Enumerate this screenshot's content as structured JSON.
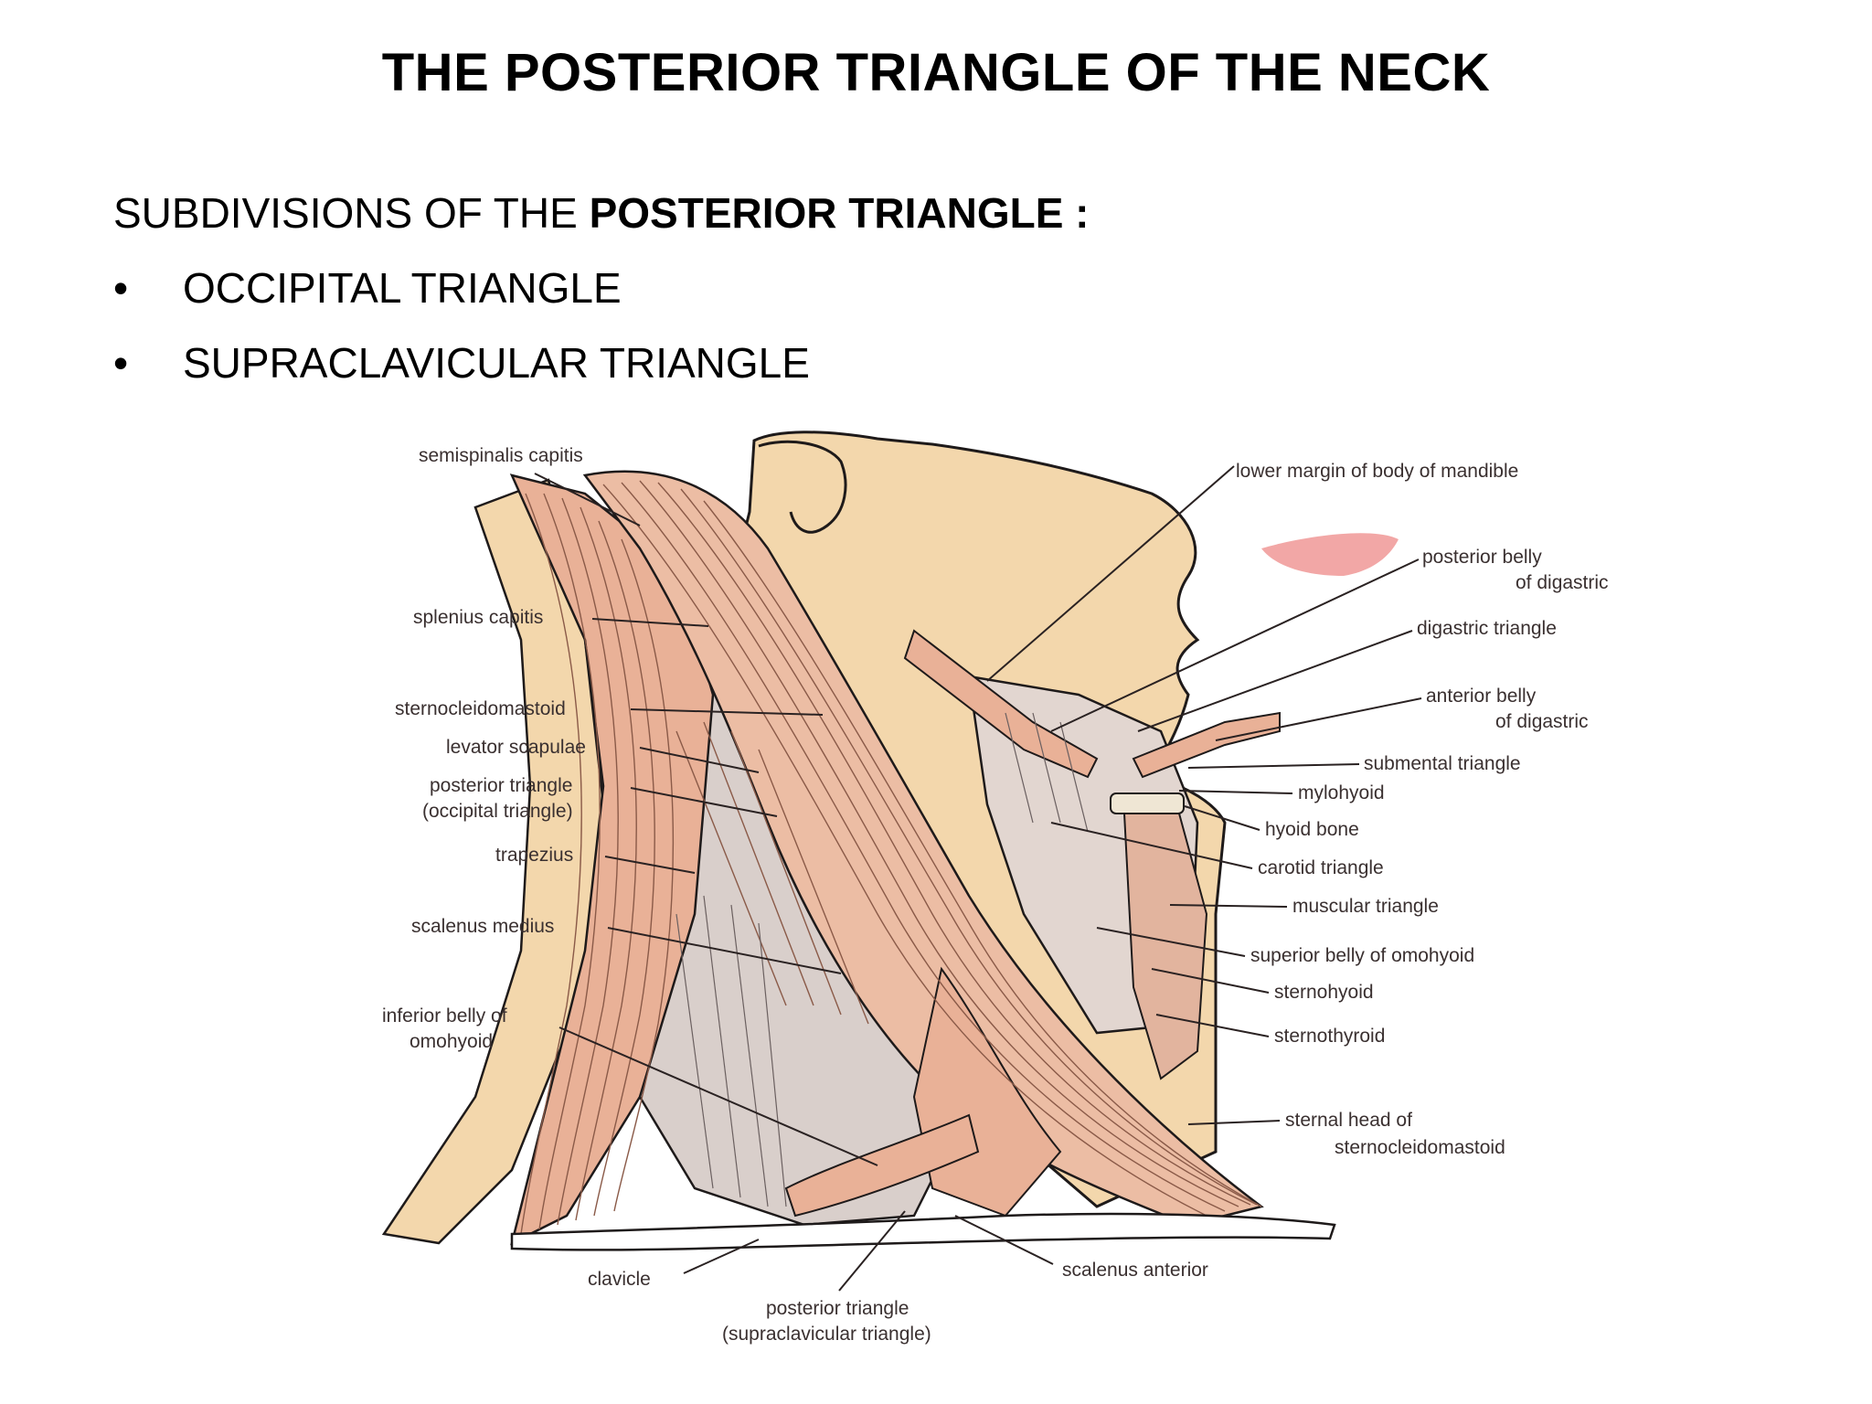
{
  "title": "THE POSTERIOR TRIANGLE OF THE NECK",
  "intro": {
    "prefix": "SUBDIVISIONS OF THE ",
    "bold": "POSTERIOR TRIANGLE :"
  },
  "bullets": [
    "OCCIPITAL TRIANGLE",
    "SUPRACLAVICULAR TRIANGLE"
  ],
  "labels": {
    "semispinalis_capitis": "semispinalis capitis",
    "splenius_capitis": "splenius capitis",
    "sternocleidomastoid": "sternocleidomastoid",
    "levator_scapulae": "levator scapulae",
    "posterior_triangle_occ_1": "posterior triangle",
    "posterior_triangle_occ_2": "(occipital triangle)",
    "trapezius": "trapezius",
    "scalenus_medius": "scalenus medius",
    "inferior_belly_1": "inferior belly of",
    "inferior_belly_2": "omohyoid",
    "clavicle": "clavicle",
    "posterior_triangle_sup_1": "posterior triangle",
    "posterior_triangle_sup_2": "(supraclavicular triangle)",
    "scalenus_anterior": "scalenus anterior",
    "lower_margin_mandible": "lower margin of body of mandible",
    "posterior_belly_1": "posterior belly",
    "posterior_belly_2": "of digastric",
    "digastric_triangle": "digastric triangle",
    "anterior_belly_1": "anterior belly",
    "anterior_belly_2": "of digastric",
    "submental_triangle": "submental triangle",
    "mylohyoid": "mylohyoid",
    "hyoid_bone": "hyoid bone",
    "carotid_triangle": "carotid triangle",
    "muscular_triangle": "muscular triangle",
    "superior_belly_omohyoid": "superior belly of omohyoid",
    "sternohyoid": "sternohyoid",
    "sternothyroid": "sternothyroid",
    "sternal_head_1": "sternal head of",
    "sternal_head_2": "sternocleidomastoid"
  },
  "colors": {
    "skin": "#f3d7ac",
    "muscle": "#e9b197",
    "muscle_dark": "#c98a72",
    "lip": "#f2a7a6",
    "outline": "#1e1a1a"
  }
}
